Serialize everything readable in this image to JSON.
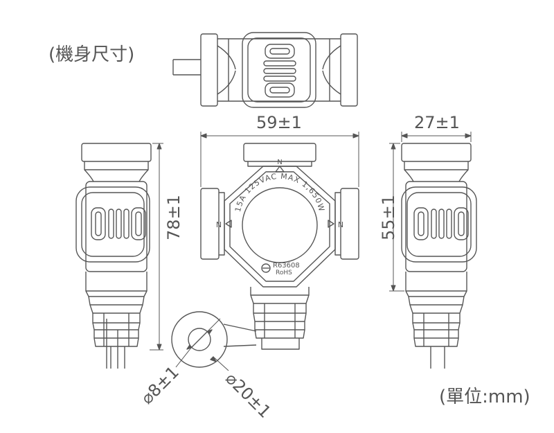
{
  "labels": {
    "view_note": "(機身尺寸)",
    "unit_note": "(單位:mm)",
    "width_dim": "59±1",
    "depth_dim": "27±1",
    "height_dim": "78±1",
    "inner_height_dim": "55±1",
    "hole_dim": "⌀8±1",
    "ring_dim": "⌀20±1"
  },
  "body_text": {
    "rating": "15A 125VAC MAX 1,650W",
    "model": "R63608",
    "rohs": "RoHS",
    "n_top": "N",
    "n_left": "N",
    "n_right": "N"
  },
  "colors": {
    "line": "#555555",
    "background": "#ffffff"
  }
}
